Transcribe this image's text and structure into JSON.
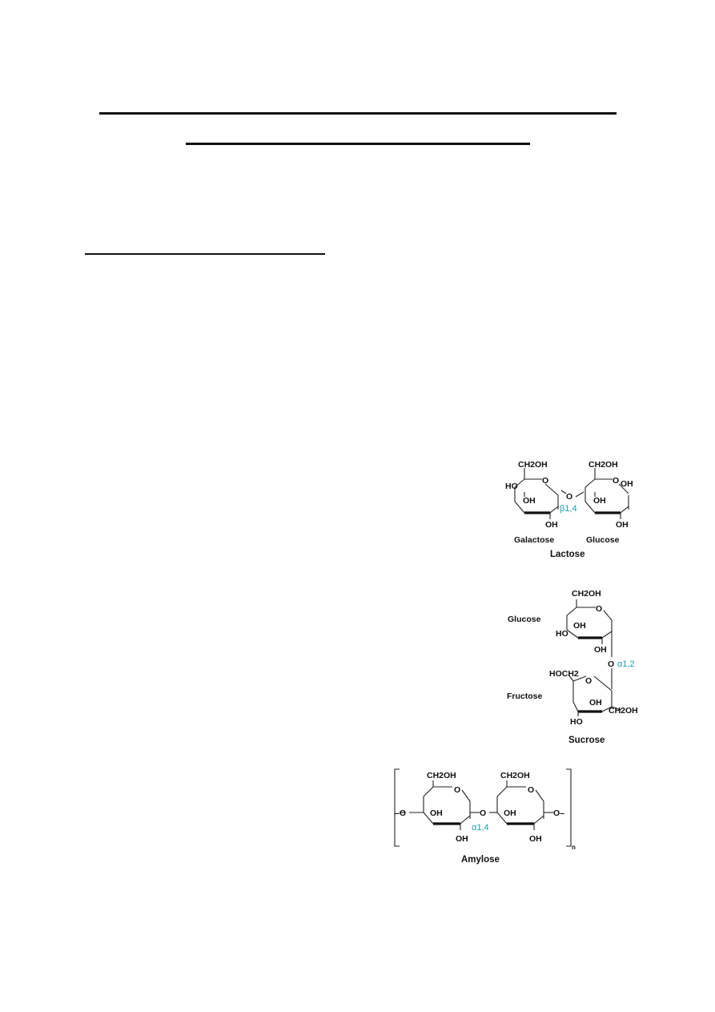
{
  "lactose": {
    "ch2oh_left": "CH2OH",
    "ch2oh_right": "CH2OH",
    "ho": "HO",
    "oh_ring_left": "OH",
    "oh_bottom_left": "OH",
    "bridge_o": "O",
    "ring_o_left": "O",
    "ring_o_right": "O",
    "oh_anomeric": "OH",
    "oh_ring_right": "OH",
    "oh_bottom_right": "OH",
    "linkage": "β1,4",
    "label_galactose": "Galactose",
    "label_glucose": "Glucose",
    "caption": "Lactose"
  },
  "sucrose": {
    "ch2oh_top": "CH2OH",
    "ring_o_top": "O",
    "label_glucose": "Glucose",
    "oh_ring": "OH",
    "ho": "HO",
    "oh_bottom": "OH",
    "bridge_o": "O",
    "linkage": "α1,2",
    "hoch2": "HOCH2",
    "ring_o_bottom": "O",
    "label_fructose": "Fructose",
    "oh_fru": "OH",
    "ch2oh_fru": "CH2OH",
    "ho_fru": "HO",
    "caption": "Sucrose"
  },
  "amylose": {
    "ch2oh_left": "CH2OH",
    "ch2oh_right": "CH2OH",
    "o_end_left": "–O",
    "o_end_right": "O–",
    "ring_o_left": "O",
    "ring_o_right": "O",
    "bridge_o": "O",
    "oh_ring_left": "OH",
    "oh_ring_right": "OH",
    "oh_bottom_left": "OH",
    "oh_bottom_right": "OH",
    "linkage": "α1,4",
    "subscript_n": "n",
    "caption": "Amylose"
  }
}
